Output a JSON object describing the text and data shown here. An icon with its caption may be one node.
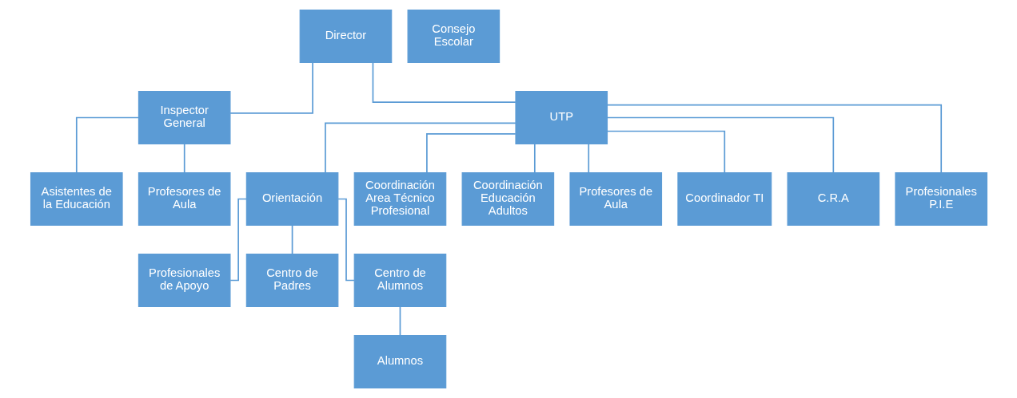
{
  "diagram": {
    "nodes": [
      {
        "text": [
          "Director"
        ]
      },
      {
        "text": [
          "Consejo Escolar"
        ]
      },
      {
        "text": [
          "Inspector General"
        ]
      },
      {
        "text": [
          "UTP"
        ]
      },
      {
        "text": [
          "Asistentes de la Educación"
        ]
      },
      {
        "text": [
          "Profesores de Aula"
        ]
      },
      {
        "text": [
          "Orientación"
        ]
      },
      {
        "text": [
          "Coordinación Area Técnico Profesional"
        ]
      },
      {
        "text": [
          "Coordinación Educación Adultos"
        ]
      },
      {
        "text": [
          "Profesores de Aula"
        ]
      },
      {
        "text": [
          "Coordinador TI"
        ]
      },
      {
        "text": [
          "C.R.A"
        ]
      },
      {
        "text": [
          "Profesionales P.I.E"
        ]
      },
      {
        "text": [
          "Profesionales de Apoyo"
        ]
      },
      {
        "text": [
          "Centro de Padres"
        ]
      },
      {
        "text": [
          "Centro de Alumnos"
        ]
      },
      {
        "text": [
          "Alumnos"
        ]
      }
    ],
    "edges": [
      {
        "from": 0,
        "to": 2,
        "arrow": "none"
      },
      {
        "from": 0,
        "to": 3,
        "arrow": "none"
      },
      {
        "from": 2,
        "to": 4,
        "arrow": "none"
      },
      {
        "from": 2,
        "to": 5,
        "arrow": "none"
      },
      {
        "from": 3,
        "to": 6,
        "arrow": "none"
      },
      {
        "from": 3,
        "to": 7,
        "arrow": "none"
      },
      {
        "from": 3,
        "to": 8,
        "arrow": "none"
      },
      {
        "from": 3,
        "to": 9,
        "arrow": "none"
      },
      {
        "from": 3,
        "to": 10,
        "arrow": "none"
      },
      {
        "from": 3,
        "to": 11,
        "arrow": "none"
      },
      {
        "from": 3,
        "to": 12,
        "arrow": "none"
      },
      {
        "from": 6,
        "to": 13,
        "arrow": "none"
      },
      {
        "from": 6,
        "to": 14,
        "arrow": "none"
      },
      {
        "from": 6,
        "to": 15,
        "arrow": "none"
      },
      {
        "from": 15,
        "to": 16,
        "arrow": "none"
      }
    ]
  }
}
